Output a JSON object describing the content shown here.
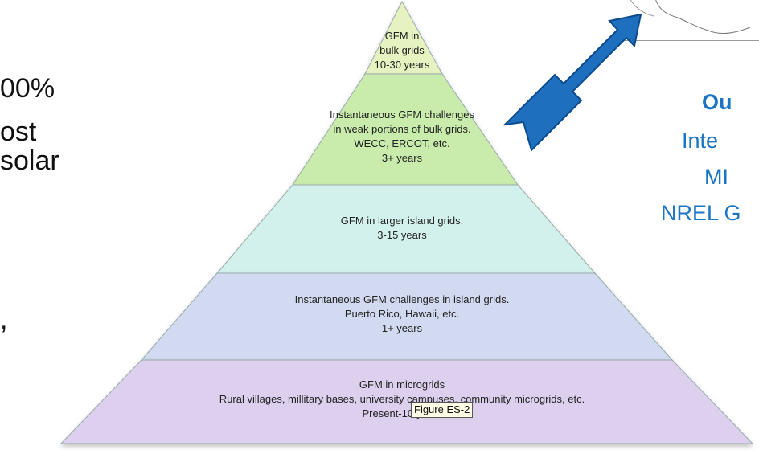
{
  "left_fragments": [
    "00%",
    "ost",
    "solar",
    ","
  ],
  "right_fragments": {
    "line1": "Ou",
    "line2": "Inte",
    "line3": "MI",
    "line4": "NREL G"
  },
  "pyramid": {
    "tiers": [
      {
        "lines": [
          "GFM in",
          "bulk grids",
          "10-30 years"
        ],
        "color": "#e6f3c1"
      },
      {
        "lines": [
          "Instantaneous GFM challenges",
          "in weak portions of bulk grids.",
          "WECC, ERCOT, etc.",
          "3+ years"
        ],
        "color": "#c9ecad"
      },
      {
        "lines": [
          "GFM in larger island grids.",
          "3-15 years"
        ],
        "color": "#d3f1ec"
      },
      {
        "lines": [
          "Instantaneous GFM challenges in island grids.",
          "Puerto Rico, Hawaii, etc.",
          "1+ years"
        ],
        "color": "#d1daf0"
      },
      {
        "lines": [
          "GFM in microgrids",
          "Rural villages, millitary bases, university campuses, community microgrids, etc.",
          "Present-10 years"
        ],
        "color": "#dcd0ee"
      }
    ]
  },
  "tooltip": "Figure ES-2",
  "colors": {
    "arrow": "#1f6fbf",
    "arrow_outline": "#0b4a8c",
    "accent_text": "#1b74c4"
  }
}
